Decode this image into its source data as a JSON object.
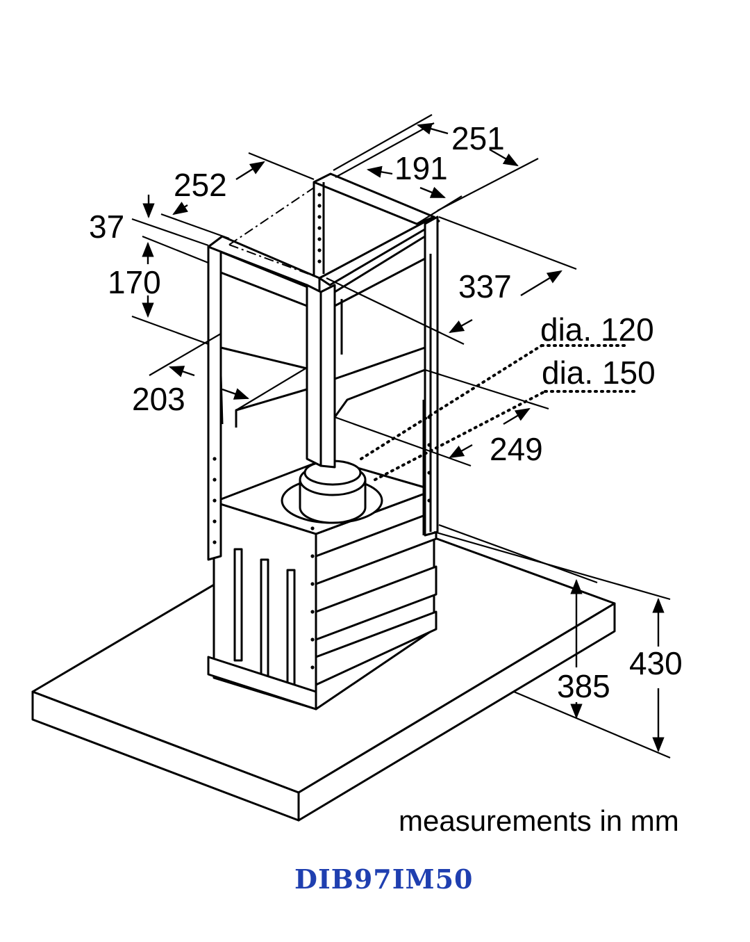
{
  "dimensions": {
    "d251": "251",
    "d191": "191",
    "d252": "252",
    "d37": "37",
    "d170": "170",
    "d337": "337",
    "dia120": "dia. 120",
    "dia150": "dia. 150",
    "d203": "203",
    "d249": "249",
    "d430": "430",
    "d385": "385"
  },
  "caption": "measurements in mm",
  "model": "DIB97IM50",
  "colors": {
    "line": "#000000",
    "model_text": "#1f3fb0",
    "background": "#ffffff"
  }
}
